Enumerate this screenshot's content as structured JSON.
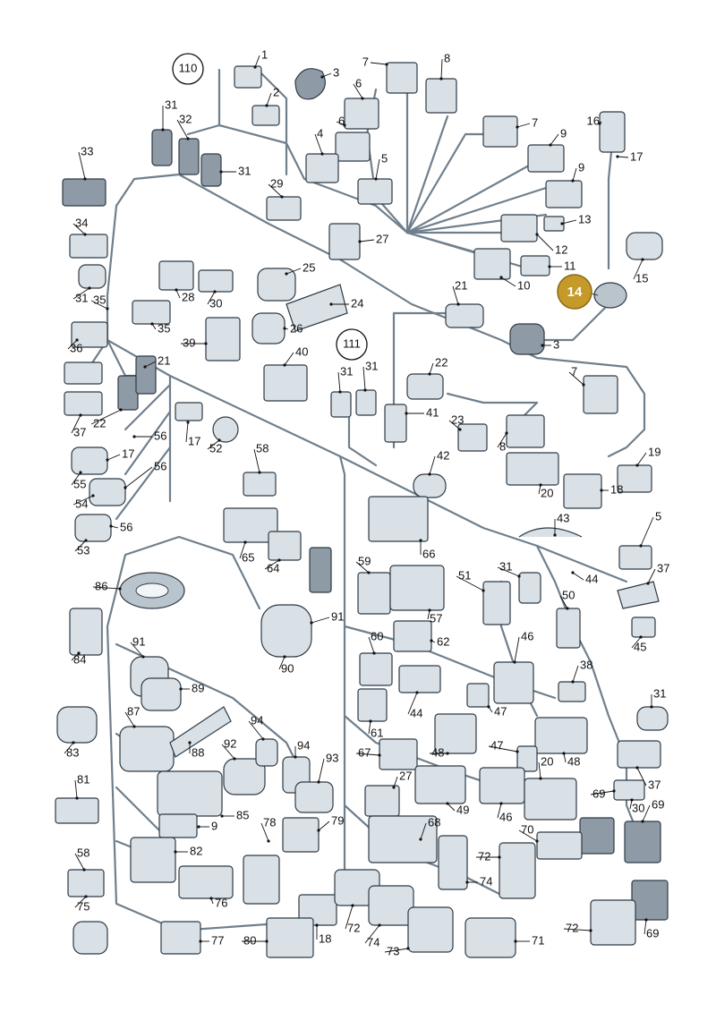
{
  "figure": {
    "ref_circles": [
      "110",
      "111"
    ],
    "highlighted_part": "14",
    "part_labels": [
      "1",
      "2",
      "3",
      "4",
      "5",
      "6",
      "7",
      "8",
      "9",
      "10",
      "11",
      "12",
      "13",
      "15",
      "16",
      "17",
      "18",
      "19",
      "20",
      "21",
      "22",
      "23",
      "24",
      "25",
      "26",
      "27",
      "28",
      "29",
      "30",
      "31",
      "32",
      "33",
      "34",
      "35",
      "36",
      "37",
      "38",
      "39",
      "40",
      "41",
      "42",
      "43",
      "44",
      "45",
      "46",
      "47",
      "48",
      "49",
      "50",
      "51",
      "52",
      "53",
      "54",
      "55",
      "56",
      "57",
      "58",
      "59",
      "60",
      "61",
      "62",
      "64",
      "65",
      "66",
      "67",
      "68",
      "69",
      "70",
      "71",
      "72",
      "73",
      "74",
      "75",
      "76",
      "77",
      "78",
      "79",
      "80",
      "81",
      "82",
      "83",
      "84",
      "85",
      "86",
      "87",
      "88",
      "89",
      "90",
      "91",
      "92",
      "93",
      "94"
    ]
  },
  "colors": {
    "wire": "#6f7f8c",
    "connector": "#d9e1e7",
    "outline": "#2f3a44",
    "highlight_badge": "#c59a2a",
    "background": "#ffffff"
  }
}
